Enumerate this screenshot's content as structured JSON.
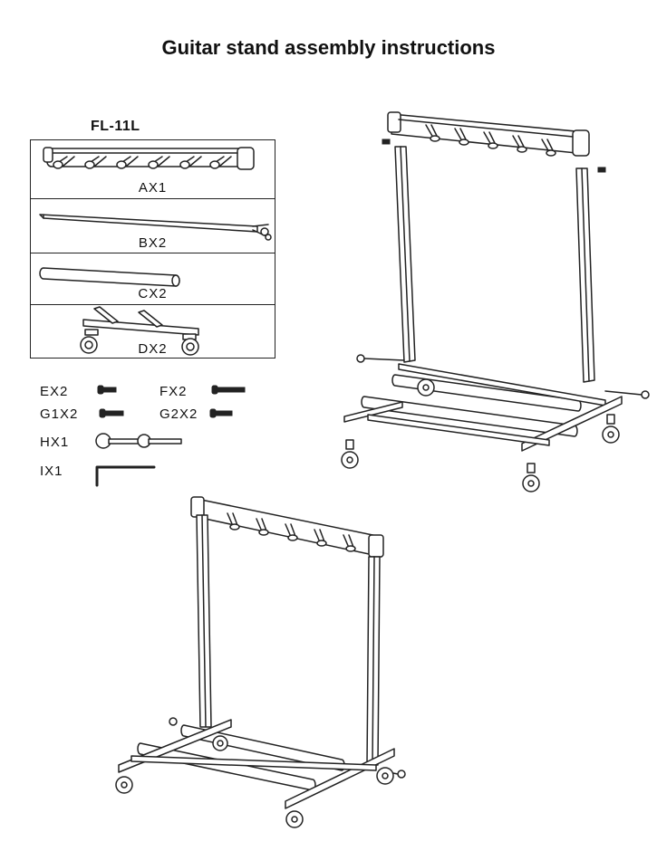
{
  "title": "Guitar stand assembly instructions",
  "model": "FL-11L",
  "parts_box": [
    {
      "id": "A",
      "label": "AX1",
      "icon": "guitar-yoke-bar-icon"
    },
    {
      "id": "B",
      "label": "BX2",
      "icon": "upright-tube-icon"
    },
    {
      "id": "C",
      "label": "CX2",
      "icon": "cross-tube-icon"
    },
    {
      "id": "D",
      "label": "DX2",
      "icon": "caster-base-icon"
    }
  ],
  "hardware": [
    {
      "id": "E",
      "label": "EX2",
      "icon": "short-bolt-icon"
    },
    {
      "id": "F",
      "label": "FX2",
      "icon": "long-bolt-icon"
    },
    {
      "id": "G1",
      "label": "G1X2",
      "icon": "medium-bolt-icon"
    },
    {
      "id": "G2",
      "label": "G2X2",
      "icon": "threaded-bolt-icon"
    },
    {
      "id": "H",
      "label": "HX1",
      "icon": "wrench-icon"
    },
    {
      "id": "I",
      "label": "IX1",
      "icon": "allen-key-icon"
    }
  ]
}
